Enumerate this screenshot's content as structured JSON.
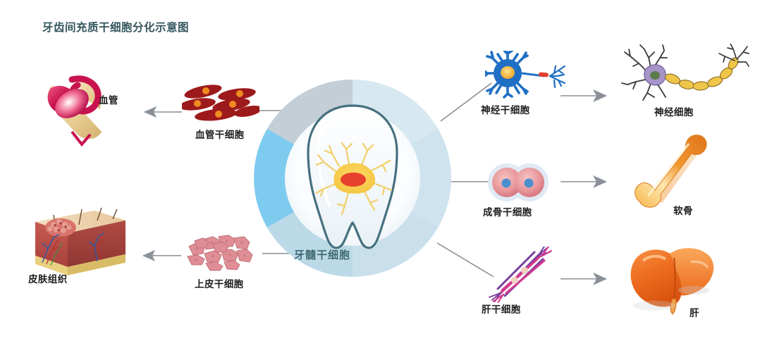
{
  "page": {
    "title": "牙齿间充质干细胞分化示意图",
    "title_color": "#33555c",
    "background": "#ffffff"
  },
  "center": {
    "label": "牙髓干细胞",
    "label_color": "#3f6a74",
    "icon": "tooth-with-stem-cell-icon",
    "ring_colors": [
      "#c3ced6",
      "#7ecbf0",
      "#b9d9e6",
      "#cfe2ec",
      "#d5e7f0",
      "#c7dfeb"
    ]
  },
  "branches": {
    "left_top": {
      "source_label": "血管干细胞",
      "source_icon": "vascular-stem-cells-icon",
      "target_label": "血管",
      "target_icon": "blood-vessel-icon",
      "direction": "left"
    },
    "left_bottom": {
      "source_label": "上皮干细胞",
      "source_icon": "epithelial-stem-cells-icon",
      "target_label": "皮肤组织",
      "target_icon": "skin-tissue-icon",
      "direction": "left"
    },
    "right_top": {
      "source_label": "神经干细胞",
      "source_icon": "neural-stem-cell-icon",
      "target_label": "神经细胞",
      "target_icon": "nerve-cell-icon",
      "direction": "right"
    },
    "right_middle": {
      "source_label": "成骨干细胞",
      "source_icon": "osteogenic-stem-cells-icon",
      "target_label": "软骨",
      "target_icon": "cartilage-bone-icon",
      "direction": "right"
    },
    "right_bottom": {
      "source_label": "肝干细胞",
      "source_icon": "liver-stem-cells-icon",
      "target_label": "肝",
      "target_icon": "liver-icon",
      "direction": "right"
    }
  },
  "palette": {
    "connector_line": "#8a8f96",
    "arrow_fill": "#8a9098",
    "vascular_cell": "#a01d1d",
    "vascular_nucleus": "#ef8b20",
    "epithelial_cell": "#e08e96",
    "neural_blue": "#1f6fc4",
    "neural_nucleus": "#f5c13a",
    "nerve_soma": "#a694c8",
    "myelin": "#f0c64a",
    "osteo_cell": "#e8969a",
    "osteo_nucleus": "#4a8fce",
    "bone_orange": "#f0982c",
    "liver_orange": "#ef6f21",
    "liver_stem_purple": "#7b3fa0",
    "liver_stem_magenta": "#d23a8e",
    "skin_red": "#c4504b",
    "skin_yellow": "#e8d08a"
  }
}
